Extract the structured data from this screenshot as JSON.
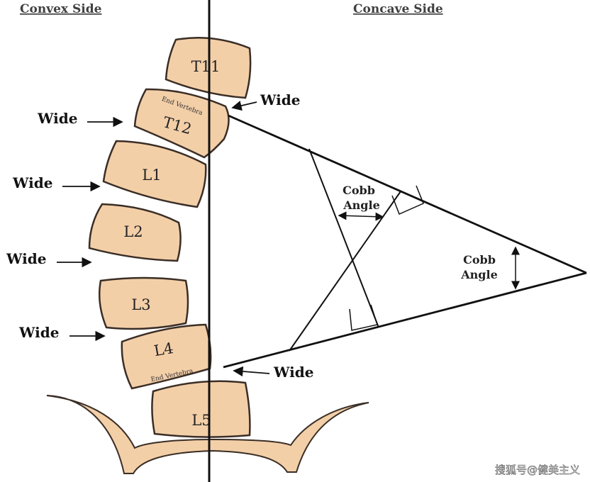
{
  "headers": {
    "convex": "Convex Side",
    "concave": "Concave Side"
  },
  "vertebrae": {
    "t11": "T11",
    "t12": "T12",
    "l1": "L1",
    "l2": "L2",
    "l3": "L3",
    "l4": "L4",
    "l5": "L5"
  },
  "end_vertebra_label": "End Vertebra",
  "wide_label": "Wide",
  "cobb_angle": {
    "line1": "Cobb",
    "line2": "Angle"
  },
  "watermark": "搜狐号@健美主义",
  "colors": {
    "vertebra_fill": "#f3cfa8",
    "vertebra_stroke": "#3a2e26",
    "pelvis_fill": "#f3cfa8",
    "line": "#111111"
  }
}
